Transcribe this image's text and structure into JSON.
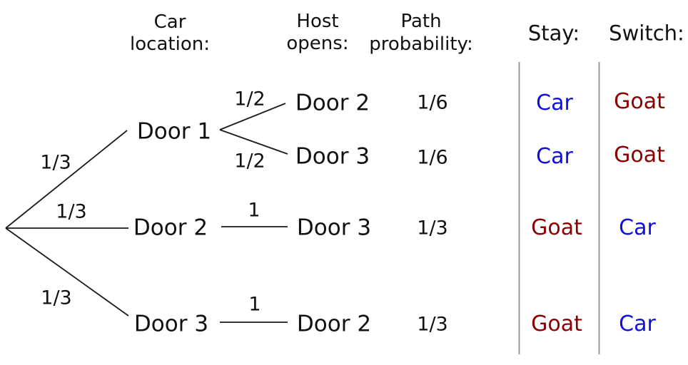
{
  "headers": {
    "car_location_line1": "Car",
    "car_location_line2": "location:",
    "host_opens_line1": "Host",
    "host_opens_line2": "opens:",
    "path_probability_line1": "Path",
    "path_probability_line2": "probability:",
    "stay": "Stay:",
    "switch": "Switch:"
  },
  "tree": {
    "branch_1": {
      "probability": "1/3",
      "car_location": "Door 1"
    },
    "branch_2": {
      "probability": "1/3",
      "car_location": "Door 2"
    },
    "branch_3": {
      "probability": "1/3",
      "car_location": "Door 3"
    }
  },
  "rows": [
    {
      "branch_probability": "1/2",
      "host_opens": "Door 2",
      "path_probability": "1/6",
      "stay": "Car",
      "switch": "Goat"
    },
    {
      "branch_probability": "1/2",
      "host_opens": "Door 3",
      "path_probability": "1/6",
      "stay": "Car",
      "switch": "Goat"
    },
    {
      "branch_probability": "1",
      "host_opens": "Door 3",
      "path_probability": "1/3",
      "stay": "Goat",
      "switch": "Car"
    },
    {
      "branch_probability": "1",
      "host_opens": "Door 2",
      "path_probability": "1/3",
      "stay": "Goat",
      "switch": "Car"
    }
  ],
  "colors": {
    "car": "#0f0fe0",
    "goat": "#8b0000",
    "tree_line": "#1a1a1a",
    "separator": "#8a8a8a"
  }
}
